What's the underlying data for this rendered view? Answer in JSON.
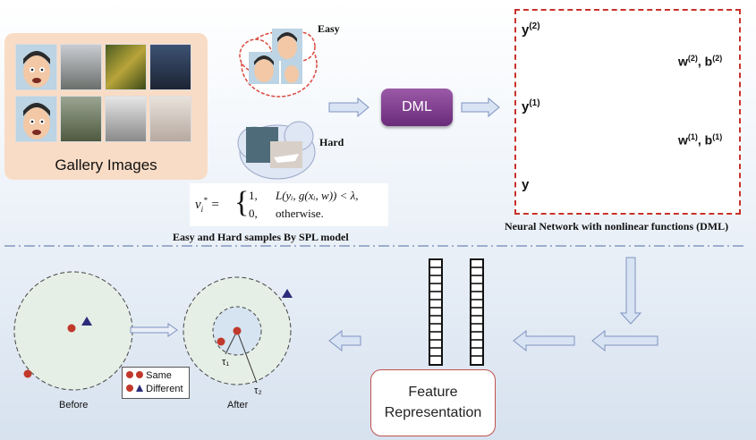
{
  "gallery": {
    "caption": "Gallery Images"
  },
  "clouds": {
    "easy_label": "Easy",
    "hard_label": "Hard"
  },
  "dml": {
    "label": "DML"
  },
  "formula": {
    "lhs": "v",
    "case1_value": "1,",
    "case1_condition": "L(yᵢ, g(xᵢ, w)) < λ,",
    "case2_value": "0,",
    "case2_condition": "otherwise."
  },
  "spl_caption": "Easy and Hard samples By SPL model",
  "network": {
    "caption": "Neural Network with nonlinear functions  (DML)",
    "layer_top": "y",
    "layer_top_sup": "(2)",
    "layer_mid": "y",
    "layer_mid_sup": "(1)",
    "layer_bottom": "y",
    "weights_top": "w",
    "weights_top_sup": "(2)",
    "bias_top": "b",
    "bias_top_sup": "(2)",
    "weights_bottom": "w",
    "weights_bottom_sup": "(1)",
    "bias_bottom": "b",
    "bias_bottom_sup": "(1)"
  },
  "feature": {
    "line1": "Feature",
    "line2": "Representation"
  },
  "before_label": "Before",
  "after_label": "After",
  "tau1": "τ₁",
  "tau2": "τ₂",
  "legend": {
    "same": "Same",
    "different": "Different"
  },
  "colors": {
    "dml_purple": "#6a2b7a",
    "node_blue": "#2e2a8c",
    "node_gray": "#7a7a7a",
    "dashed_red": "#c8312c",
    "marker_red": "#c0392b",
    "marker_navy": "#2c2c7a",
    "arrow_fill": "#d8e3f3",
    "arrow_stroke": "#7f93c0"
  }
}
